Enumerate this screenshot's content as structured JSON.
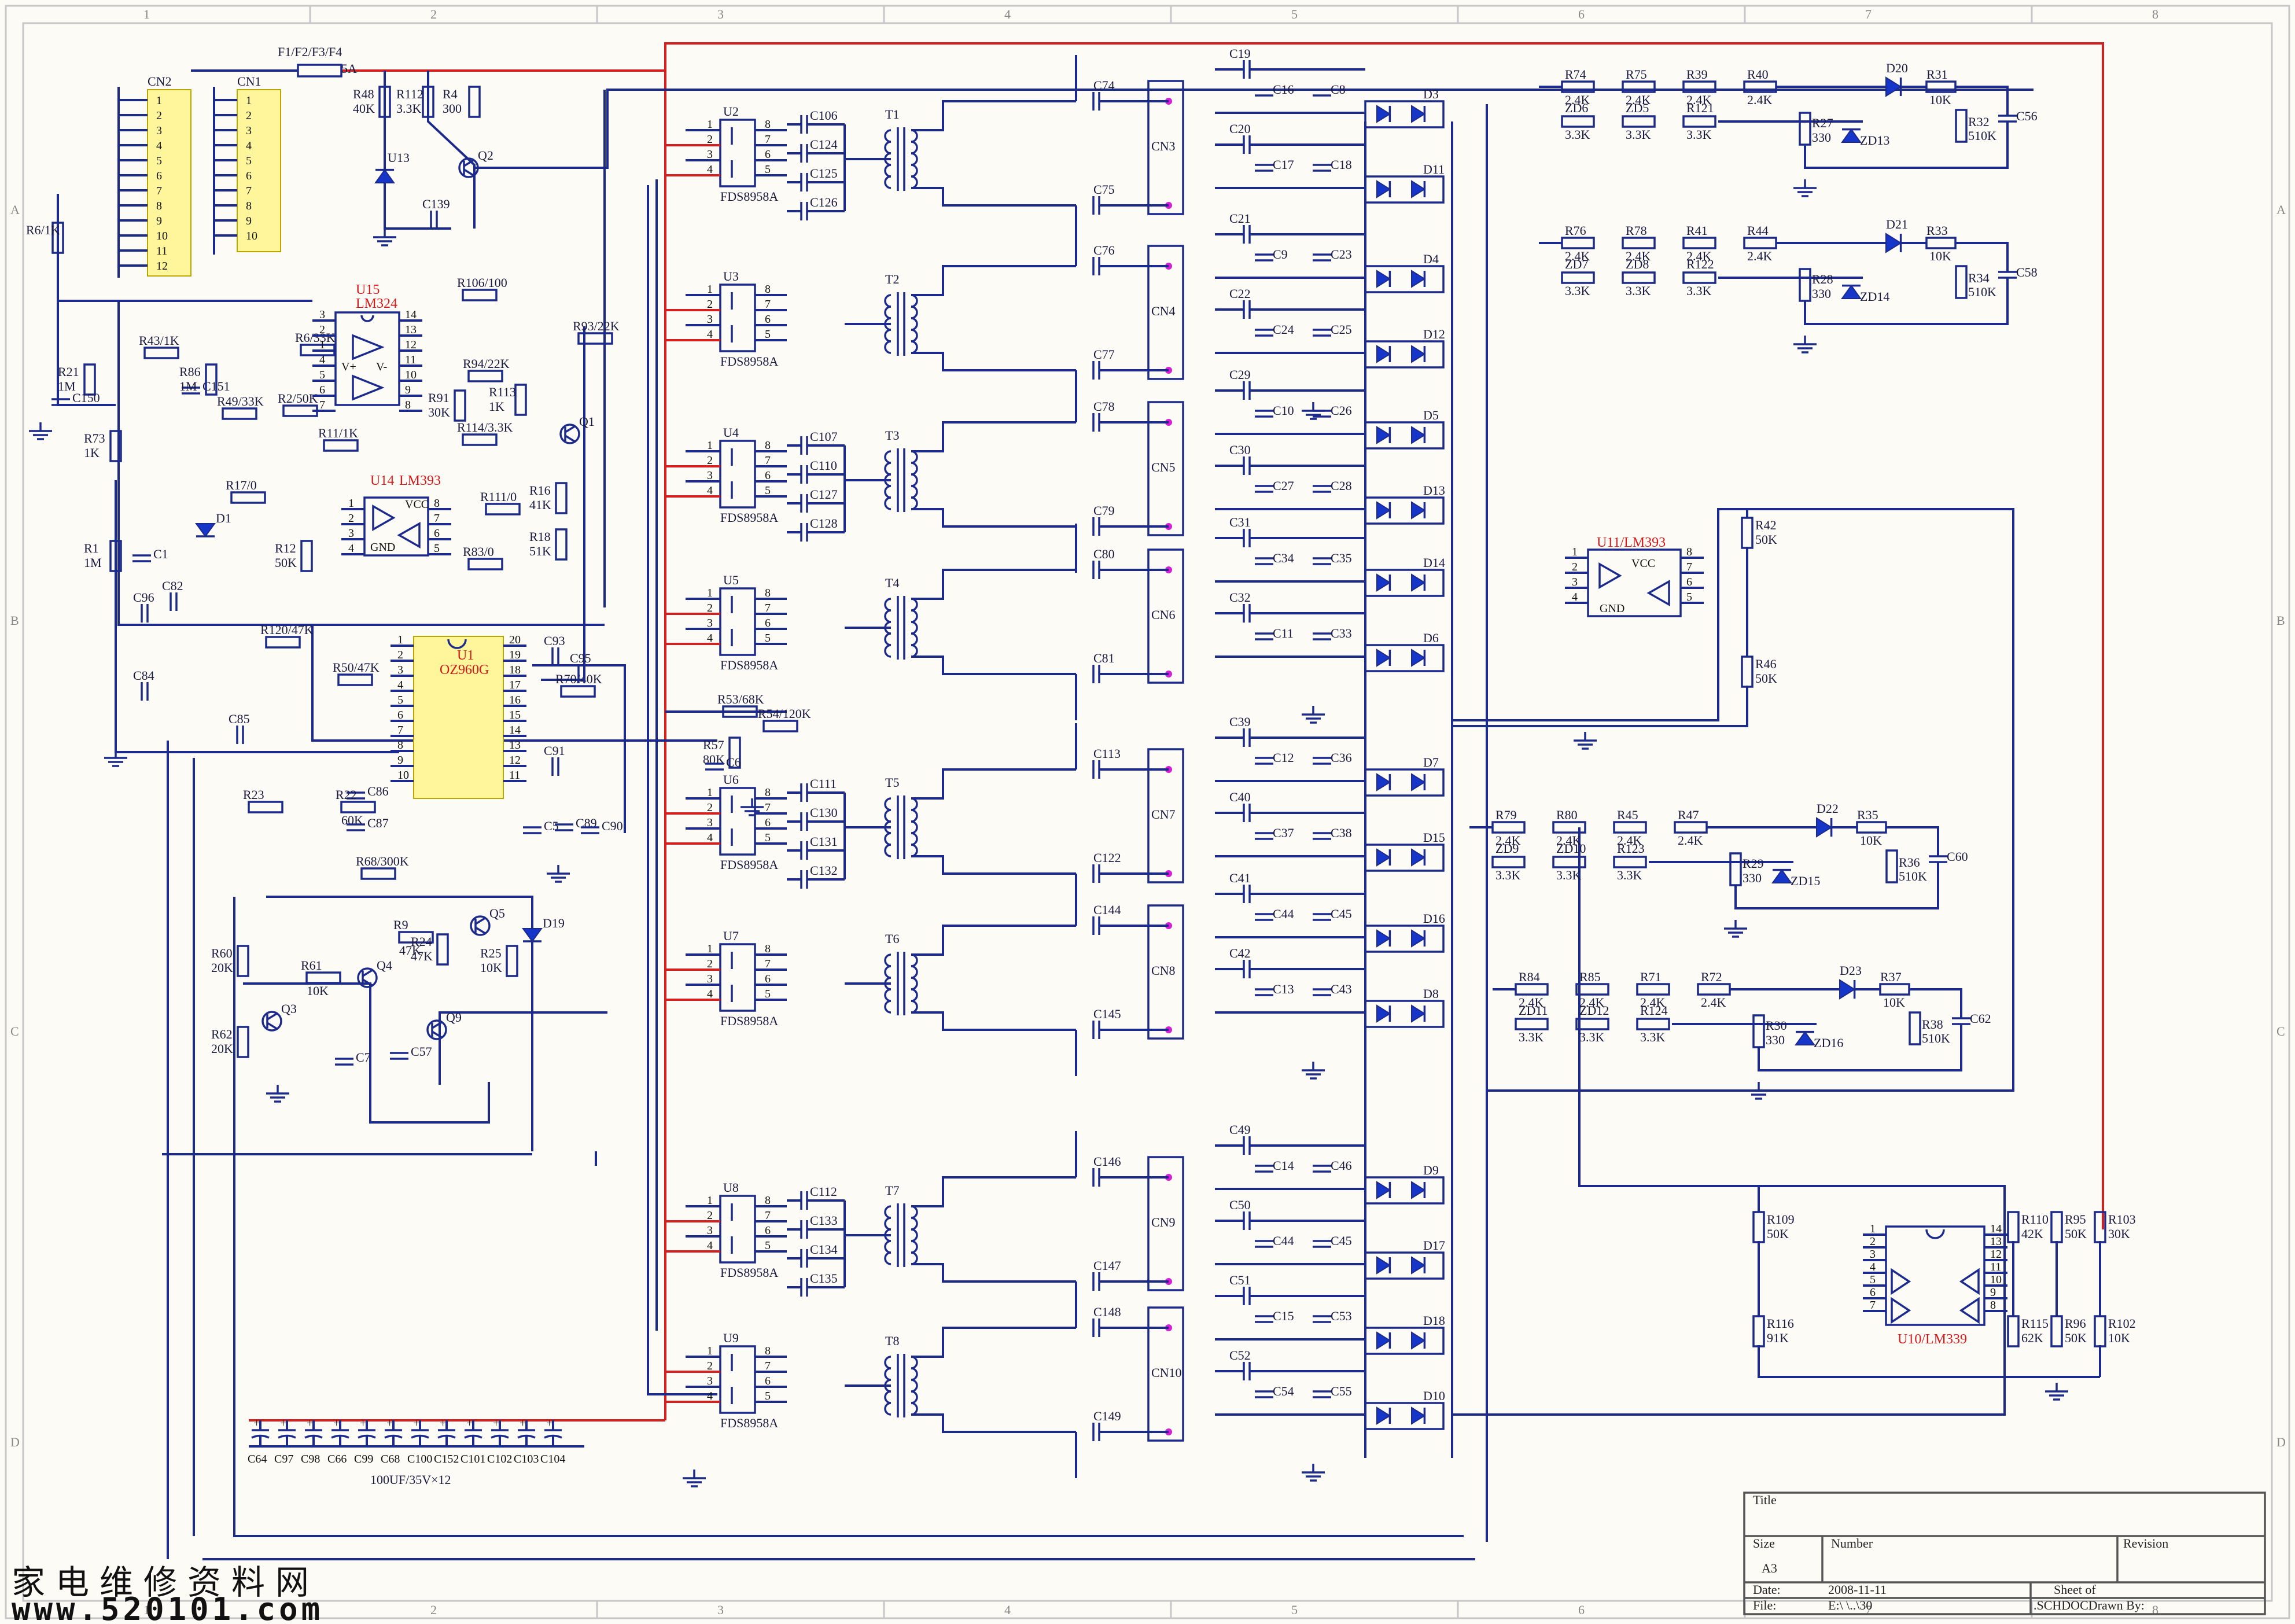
{
  "border": {
    "columns": [
      "1",
      "2",
      "3",
      "4",
      "5",
      "6",
      "7",
      "8"
    ],
    "rows": [
      "A",
      "B",
      "C",
      "D"
    ]
  },
  "connectors": {
    "cn2": {
      "name": "CN2",
      "pins": [
        "1",
        "2",
        "3",
        "4",
        "5",
        "6",
        "7",
        "8",
        "9",
        "10",
        "11",
        "12"
      ]
    },
    "cn1": {
      "name": "CN1",
      "pins": [
        "1",
        "2",
        "3",
        "4",
        "5",
        "6",
        "7",
        "8",
        "9",
        "10"
      ]
    }
  },
  "ics": {
    "u1": {
      "ref": "U1",
      "type": "OZ960G",
      "pins_left": [
        "1",
        "2",
        "3",
        "4",
        "5",
        "6",
        "7",
        "8",
        "9",
        "10"
      ],
      "pins_right": [
        "20",
        "19",
        "18",
        "17",
        "16",
        "15",
        "14",
        "13",
        "12",
        "11"
      ]
    },
    "u15": {
      "ref": "U15",
      "type": "LM324",
      "pins_left": [
        "3",
        "2",
        "1",
        "4",
        "5",
        "6",
        "7"
      ],
      "pins_right": [
        "14",
        "13",
        "12",
        "11",
        "10",
        "9",
        "8"
      ],
      "vplus": "V+",
      "vminus": "V-"
    },
    "u14": {
      "ref": "U14",
      "type": "LM393",
      "pins_left": [
        "1",
        "2",
        "3",
        "4"
      ],
      "pins_right": [
        "8",
        "7",
        "6",
        "5"
      ],
      "vcc": "VCC",
      "gnd": "GND"
    },
    "u11": {
      "ref": "U11/LM393",
      "pins_left": [
        "1",
        "2",
        "3",
        "4"
      ],
      "pins_right": [
        "8",
        "7",
        "6",
        "5"
      ],
      "vcc": "VCC",
      "gnd": "GND"
    },
    "u10": {
      "ref": "U10/LM339",
      "pins_left": [
        "1",
        "2",
        "3",
        "4",
        "5",
        "6",
        "7"
      ],
      "pins_right": [
        "14",
        "13",
        "12",
        "11",
        "10",
        "9",
        "8"
      ]
    }
  },
  "mosfets": [
    {
      "ref": "U2",
      "part": "FDS8958A"
    },
    {
      "ref": "U3",
      "part": "FDS8958A"
    },
    {
      "ref": "U4",
      "part": "FDS8958A"
    },
    {
      "ref": "U5",
      "part": "FDS8958A"
    },
    {
      "ref": "U6",
      "part": "FDS8958A"
    },
    {
      "ref": "U7",
      "part": "FDS8958A"
    },
    {
      "ref": "U8",
      "part": "FDS8958A"
    },
    {
      "ref": "U9",
      "part": "FDS8958A"
    }
  ],
  "mosfet_pins": {
    "left": [
      "1",
      "2",
      "3",
      "4"
    ],
    "right": [
      "8",
      "7",
      "6",
      "5"
    ]
  },
  "transformers": [
    "T1",
    "T2",
    "T3",
    "T4",
    "T5",
    "T6",
    "T7",
    "T8"
  ],
  "outputs": [
    "CN3",
    "CN4",
    "CN5",
    "CN6",
    "CN7",
    "CN8",
    "CN9",
    "CN10"
  ],
  "fuse": "F1/F2/F3/F4",
  "fuse_rating": "5A",
  "left_parts": [
    {
      "id": "r48",
      "ref": "R48",
      "val": "40K"
    },
    {
      "id": "r112",
      "ref": "R112",
      "val": "3.3K"
    },
    {
      "id": "r4",
      "ref": "R4",
      "val": "300"
    },
    {
      "id": "u13",
      "ref": "U13",
      "val": ""
    },
    {
      "id": "q2",
      "ref": "Q2",
      "val": ""
    },
    {
      "id": "c139",
      "ref": "C139",
      "val": ""
    },
    {
      "id": "r6",
      "ref": "R6/1K",
      "val": ""
    },
    {
      "id": "r106",
      "ref": "R106/100",
      "val": ""
    },
    {
      "id": "r43",
      "ref": "R43/1K",
      "val": ""
    },
    {
      "id": "r21",
      "ref": "R21",
      "val": "1M"
    },
    {
      "id": "c150",
      "ref": "C150",
      "val": ""
    },
    {
      "id": "c151",
      "ref": "C151",
      "val": ""
    },
    {
      "id": "r86",
      "ref": "R86",
      "val": "1M"
    },
    {
      "id": "r6b",
      "ref": "R6/33K",
      "val": ""
    },
    {
      "id": "r49",
      "ref": "R49/33K",
      "val": ""
    },
    {
      "id": "r2",
      "ref": "R2/50K",
      "val": ""
    },
    {
      "id": "r11",
      "ref": "R11/1K",
      "val": ""
    },
    {
      "id": "r93",
      "ref": "R93/22K",
      "val": ""
    },
    {
      "id": "r94",
      "ref": "R94/22K",
      "val": ""
    },
    {
      "id": "r91",
      "ref": "R91",
      "val": "30K"
    },
    {
      "id": "r113",
      "ref": "R113",
      "val": "1K"
    },
    {
      "id": "r114",
      "ref": "R114/3.3K",
      "val": ""
    },
    {
      "id": "q1",
      "ref": "Q1",
      "val": ""
    },
    {
      "id": "r73",
      "ref": "R73",
      "val": "1K"
    },
    {
      "id": "r17",
      "ref": "R17/0",
      "val": ""
    },
    {
      "id": "r111",
      "ref": "R111/0",
      "val": ""
    },
    {
      "id": "r16",
      "ref": "R16",
      "val": "41K"
    },
    {
      "id": "d1",
      "ref": "D1",
      "val": ""
    },
    {
      "id": "r1",
      "ref": "R1",
      "val": "1M"
    },
    {
      "id": "c1",
      "ref": "C1",
      "val": ""
    },
    {
      "id": "r12",
      "ref": "R12",
      "val": "50K"
    },
    {
      "id": "r83",
      "ref": "R83/0",
      "val": ""
    },
    {
      "id": "r18",
      "ref": "R18",
      "val": "51K"
    },
    {
      "id": "c82",
      "ref": "C82",
      "val": ""
    },
    {
      "id": "c96",
      "ref": "C96",
      "val": ""
    },
    {
      "id": "r120",
      "ref": "R120/47K",
      "val": ""
    },
    {
      "id": "r50",
      "ref": "R50/47K",
      "val": ""
    },
    {
      "id": "r70",
      "ref": "R70/40K",
      "val": ""
    },
    {
      "id": "c93",
      "ref": "C93",
      "val": ""
    },
    {
      "id": "c95",
      "ref": "C95",
      "val": ""
    },
    {
      "id": "c84",
      "ref": "C84",
      "val": ""
    },
    {
      "id": "c85",
      "ref": "C85",
      "val": ""
    },
    {
      "id": "c86",
      "ref": "C86",
      "val": ""
    },
    {
      "id": "c91",
      "ref": "C91",
      "val": ""
    },
    {
      "id": "r23",
      "ref": "R23",
      "val": ""
    },
    {
      "id": "r22",
      "ref": "R22",
      "val": "60K"
    },
    {
      "id": "c87",
      "ref": "C87",
      "val": ""
    },
    {
      "id": "c5",
      "ref": "C5",
      "val": ""
    },
    {
      "id": "c89",
      "ref": "C89",
      "val": ""
    },
    {
      "id": "c90",
      "ref": "C90",
      "val": ""
    },
    {
      "id": "r68",
      "ref": "R68/300K",
      "val": ""
    },
    {
      "id": "r53",
      "ref": "R53/68K",
      "val": ""
    },
    {
      "id": "r54",
      "ref": "R54/120K",
      "val": ""
    },
    {
      "id": "r57",
      "ref": "R57",
      "val": "80K"
    },
    {
      "id": "c6",
      "ref": "C6",
      "val": ""
    },
    {
      "id": "r9",
      "ref": "R9",
      "val": "47K"
    },
    {
      "id": "q5",
      "ref": "Q5",
      "val": ""
    },
    {
      "id": "d19",
      "ref": "D19",
      "val": ""
    },
    {
      "id": "r60",
      "ref": "R60",
      "val": "20K"
    },
    {
      "id": "r61",
      "ref": "R61",
      "val": "10K"
    },
    {
      "id": "q4",
      "ref": "Q4",
      "val": ""
    },
    {
      "id": "r24",
      "ref": "R24",
      "val": "47K"
    },
    {
      "id": "r25",
      "ref": "R25",
      "val": "10K"
    },
    {
      "id": "q3",
      "ref": "Q3",
      "val": ""
    },
    {
      "id": "r62",
      "ref": "R62",
      "val": "20K"
    },
    {
      "id": "c7",
      "ref": "C7",
      "val": ""
    },
    {
      "id": "c57",
      "ref": "C57",
      "val": ""
    },
    {
      "id": "q9",
      "ref": "Q9",
      "val": ""
    }
  ],
  "bulk_caps": {
    "refs": [
      "C64",
      "C97",
      "C98",
      "C66",
      "C99",
      "C68",
      "C100",
      "C152",
      "C101",
      "C102",
      "C103",
      "C104"
    ],
    "note": "100UF/35V×12"
  },
  "mosfet_caps": [
    [
      "C106",
      "C124",
      "C125",
      "C126"
    ],
    [],
    [
      "C107",
      "C110",
      "C127",
      "C128"
    ],
    [],
    [
      "C111",
      "C130",
      "C131",
      "C132"
    ],
    [],
    [
      "C112",
      "C133",
      "C134",
      "C135"
    ],
    []
  ],
  "secondary_caps": [
    [
      "C74",
      "C75"
    ],
    [
      "C76",
      "C77"
    ],
    [
      "C78",
      "C79"
    ],
    [
      "C80",
      "C81"
    ],
    [
      "C113",
      "C122"
    ],
    [
      "C144",
      "C145"
    ],
    [
      "C146",
      "C147"
    ],
    [
      "C148",
      "C149"
    ]
  ],
  "right_caps": [
    [
      "C19",
      "C16",
      "C8"
    ],
    [
      "C20",
      "C17",
      "C18"
    ],
    [
      "C21",
      "C9",
      "C23"
    ],
    [
      "C22",
      "C24",
      "C25"
    ],
    [
      "C29",
      "C10",
      "C26"
    ],
    [
      "C30",
      "C27",
      "C28"
    ],
    [
      "C31",
      "C34",
      "C35"
    ],
    [
      "C32",
      "C11",
      "C33"
    ],
    [
      "C39",
      "C12",
      "C36"
    ],
    [
      "C40",
      "C37",
      "C38"
    ],
    [
      "C41",
      "C44",
      "C45"
    ],
    [
      "C42",
      "C13",
      "C43"
    ],
    [
      "C49",
      "C14",
      "C46"
    ],
    [
      "C50",
      "C44",
      "C45"
    ],
    [
      "C51",
      "C15",
      "C53"
    ],
    [
      "C52",
      "C54",
      "C55"
    ]
  ],
  "diodes": [
    "D3",
    "D11",
    "D4",
    "D12",
    "D5",
    "D13",
    "D14",
    "D6",
    "D7",
    "D15",
    "D16",
    "D8",
    "D9",
    "D17",
    "D18",
    "D10"
  ],
  "sense": [
    {
      "rs": [
        [
          "R74",
          "2.4K"
        ],
        [
          "R75",
          "2.4K"
        ],
        [
          "R39",
          "2.4K"
        ],
        [
          "R40",
          "2.4K"
        ]
      ],
      "zds": [
        [
          "ZD6",
          "3.3K"
        ],
        [
          "ZD5",
          "3.3K"
        ],
        [
          "R121",
          "3.3K"
        ]
      ],
      "d": "D20",
      "r1": [
        "R31",
        "10K"
      ],
      "r2": [
        "R27",
        "330"
      ],
      "zd": "ZD13",
      "r3": [
        "R32",
        "510K"
      ],
      "c": "C56"
    },
    {
      "rs": [
        [
          "R76",
          "2.4K"
        ],
        [
          "R78",
          "2.4K"
        ],
        [
          "R41",
          "2.4K"
        ],
        [
          "R44",
          "2.4K"
        ]
      ],
      "zds": [
        [
          "ZD7",
          "3.3K"
        ],
        [
          "ZD8",
          "3.3K"
        ],
        [
          "R122",
          "3.3K"
        ]
      ],
      "d": "D21",
      "r1": [
        "R33",
        "10K"
      ],
      "r2": [
        "R28",
        "330"
      ],
      "zd": "ZD14",
      "r3": [
        "R34",
        "510K"
      ],
      "c": "C58"
    },
    {
      "rs": [
        [
          "R79",
          "2.4K"
        ],
        [
          "R80",
          "2.4K"
        ],
        [
          "R45",
          "2.4K"
        ],
        [
          "R47",
          "2.4K"
        ]
      ],
      "zds": [
        [
          "ZD9",
          "3.3K"
        ],
        [
          "ZD10",
          "3.3K"
        ],
        [
          "R123",
          "3.3K"
        ]
      ],
      "d": "D22",
      "r1": [
        "R35",
        "10K"
      ],
      "r2": [
        "R29",
        "330"
      ],
      "zd": "ZD15",
      "r3": [
        "R36",
        "510K"
      ],
      "c": "C60"
    },
    {
      "rs": [
        [
          "R84",
          "2.4K"
        ],
        [
          "R85",
          "2.4K"
        ],
        [
          "R71",
          "2.4K"
        ],
        [
          "R72",
          "2.4K"
        ]
      ],
      "zds": [
        [
          "ZD11",
          "3.3K"
        ],
        [
          "ZD12",
          "3.3K"
        ],
        [
          "R124",
          "3.3K"
        ]
      ],
      "d": "D23",
      "r1": [
        "R37",
        "10K"
      ],
      "r2": [
        "R30",
        "330"
      ],
      "zd": "ZD16",
      "r3": [
        "R38",
        "510K"
      ],
      "c": "C62"
    }
  ],
  "u11_parts": [
    {
      "id": "r42",
      "ref": "R42",
      "val": "50K"
    },
    {
      "id": "r46",
      "ref": "R46",
      "val": "50K"
    }
  ],
  "u10_parts": [
    {
      "id": "r109",
      "ref": "R109",
      "val": "50K"
    },
    {
      "id": "r116",
      "ref": "R116",
      "val": "91K"
    },
    {
      "id": "r110",
      "ref": "R110",
      "val": "42K"
    },
    {
      "id": "r115",
      "ref": "R115",
      "val": "62K"
    },
    {
      "id": "r95",
      "ref": "R95",
      "val": "50K"
    },
    {
      "id": "r96",
      "ref": "R96",
      "val": "50K"
    },
    {
      "id": "r103",
      "ref": "R103",
      "val": "30K"
    },
    {
      "id": "r102",
      "ref": "R102",
      "val": "10K"
    }
  ],
  "title_block": {
    "title_label": "Title",
    "size_label": "Size",
    "size_value": "A3",
    "number_label": "Number",
    "revision_label": "Revision",
    "date_label": "Date:",
    "date_value": "2008-11-11",
    "file_label": "File:",
    "file_value": "E:\\        \\..\\30",
    "sheet_label": "Sheet    of",
    "drawn_label": ".SCHDOCDrawn By:"
  },
  "watermark": {
    "chinese": "家电维修资料网",
    "url": "www.520101.com"
  },
  "colors": {
    "wire": "#1c2a8c",
    "power_rail": "#d62020",
    "ic_fill": "#fff59a",
    "diode": "#1536c8",
    "terminal": "#d61fd6"
  }
}
